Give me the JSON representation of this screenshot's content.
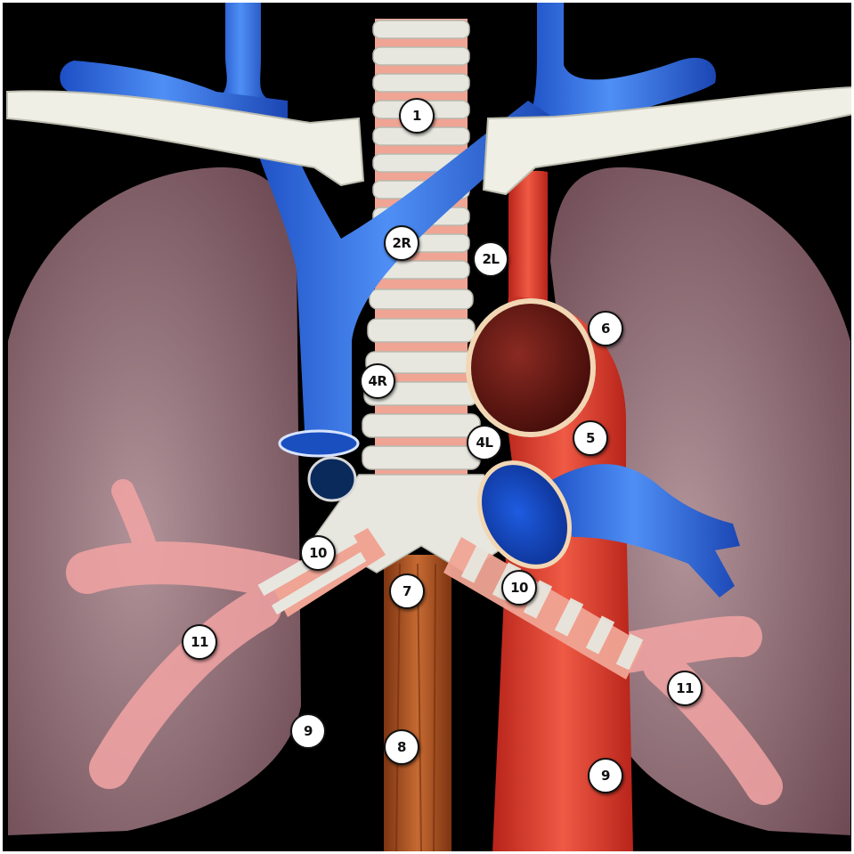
{
  "colors": {
    "background": "#000000",
    "lung": "#a87e86",
    "vein": "#2f6fe0",
    "artery": "#e23b2e",
    "trachea_cartilage": "#e6e6e0",
    "trachea_membrane": "#f0a494",
    "esophagus": "#a84c1f",
    "pulmonary_artery": "#f3a4a4",
    "clavicle": "#efefe6",
    "label_fill": "#ffffff"
  },
  "labels": {
    "station_1": "1",
    "station_2r": "2R",
    "station_2l": "2L",
    "station_4r": "4R",
    "station_4l": "4L",
    "station_5": "5",
    "station_6": "6",
    "station_7": "7",
    "station_8": "8",
    "station_9_right": "9",
    "station_9_left": "9",
    "station_10_right": "10",
    "station_10_left": "10",
    "station_11_right": "11",
    "station_11_left": "11"
  }
}
